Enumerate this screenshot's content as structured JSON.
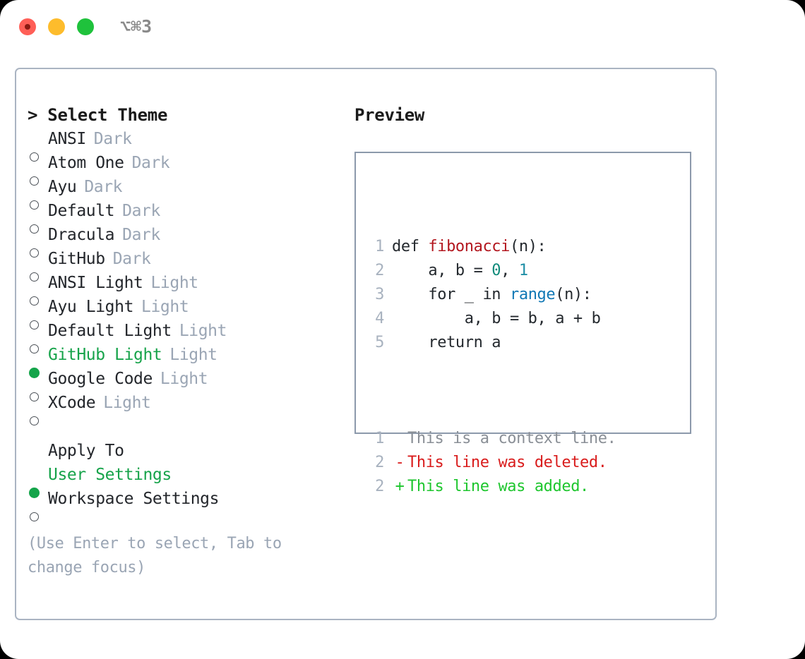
{
  "titlebar": {
    "shortcut": "⌥⌘3",
    "buttons": [
      {
        "name": "close",
        "color": "#ff5f57"
      },
      {
        "name": "minimize",
        "color": "#fdbc2c"
      },
      {
        "name": "maximize",
        "color": "#1fc23c"
      }
    ]
  },
  "theme_picker": {
    "heading": "> Select Theme",
    "selected_theme": "GitHub Light",
    "items": [
      {
        "marker": "○",
        "name": "ANSI",
        "variant": "Dark",
        "selected": false
      },
      {
        "marker": "○",
        "name": "Atom One",
        "variant": "Dark",
        "selected": false
      },
      {
        "marker": "○",
        "name": "Ayu",
        "variant": "Dark",
        "selected": false
      },
      {
        "marker": "○",
        "name": "Default",
        "variant": "Dark",
        "selected": false
      },
      {
        "marker": "○",
        "name": "Dracula",
        "variant": "Dark",
        "selected": false
      },
      {
        "marker": "○",
        "name": "GitHub",
        "variant": "Dark",
        "selected": false
      },
      {
        "marker": "○",
        "name": "ANSI Light",
        "variant": "Light",
        "selected": false
      },
      {
        "marker": "○",
        "name": "Ayu Light",
        "variant": "Light",
        "selected": false
      },
      {
        "marker": "○",
        "name": "Default Light",
        "variant": "Light",
        "selected": false
      },
      {
        "marker": "●",
        "name": "GitHub Light",
        "variant": "Light",
        "selected": true
      },
      {
        "marker": "○",
        "name": "Google Code",
        "variant": "Light",
        "selected": false
      },
      {
        "marker": "○",
        "name": "XCode",
        "variant": "Light",
        "selected": false
      }
    ]
  },
  "apply_to": {
    "heading": "Apply To",
    "selected": "User Settings",
    "items": [
      {
        "marker": "●",
        "name": "User Settings",
        "selected": true
      },
      {
        "marker": "○",
        "name": "Workspace Settings",
        "selected": false
      }
    ]
  },
  "help": {
    "text": "(Use Enter to select, Tab to change focus)"
  },
  "preview": {
    "heading": "Preview",
    "code": [
      {
        "line": "1",
        "tokens": [
          {
            "t": "def ",
            "c": "tok-def"
          },
          {
            "t": "fibonacci",
            "c": "tok-fn"
          },
          {
            "t": "(n):",
            "c": "tok-plain"
          }
        ]
      },
      {
        "line": "2",
        "tokens": [
          {
            "t": "    a, b = ",
            "c": "tok-plain"
          },
          {
            "t": "0",
            "c": "tok-num"
          },
          {
            "t": ", ",
            "c": "tok-plain"
          },
          {
            "t": "1",
            "c": "tok-num2"
          }
        ]
      },
      {
        "line": "3",
        "tokens": [
          {
            "t": "    for _ in ",
            "c": "tok-plain"
          },
          {
            "t": "range",
            "c": "tok-builtin"
          },
          {
            "t": "(n):",
            "c": "tok-plain"
          }
        ]
      },
      {
        "line": "4",
        "tokens": [
          {
            "t": "        a, b = b, a + b",
            "c": "tok-plain"
          }
        ]
      },
      {
        "line": "5",
        "tokens": [
          {
            "t": "    return a",
            "c": "tok-plain"
          }
        ]
      }
    ],
    "diff": [
      {
        "line": "1",
        "sym": " ",
        "text": "This is a context line.",
        "kind": "context"
      },
      {
        "line": "2",
        "sym": "-",
        "text": "This line was deleted.",
        "kind": "deleted"
      },
      {
        "line": "2",
        "sym": "+",
        "text": "This line was added.",
        "kind": "added"
      }
    ]
  },
  "colors": {
    "accent_green": "#16a34a",
    "muted": "#9aa5b4",
    "panel_border": "#aab4c2",
    "preview_border": "#8c99ab",
    "diff_add": "#1ec62e",
    "diff_del": "#d91c1c",
    "code_fn": "#b3171f",
    "code_builtin": "#1178b5",
    "code_num": "#0f8a7a"
  }
}
